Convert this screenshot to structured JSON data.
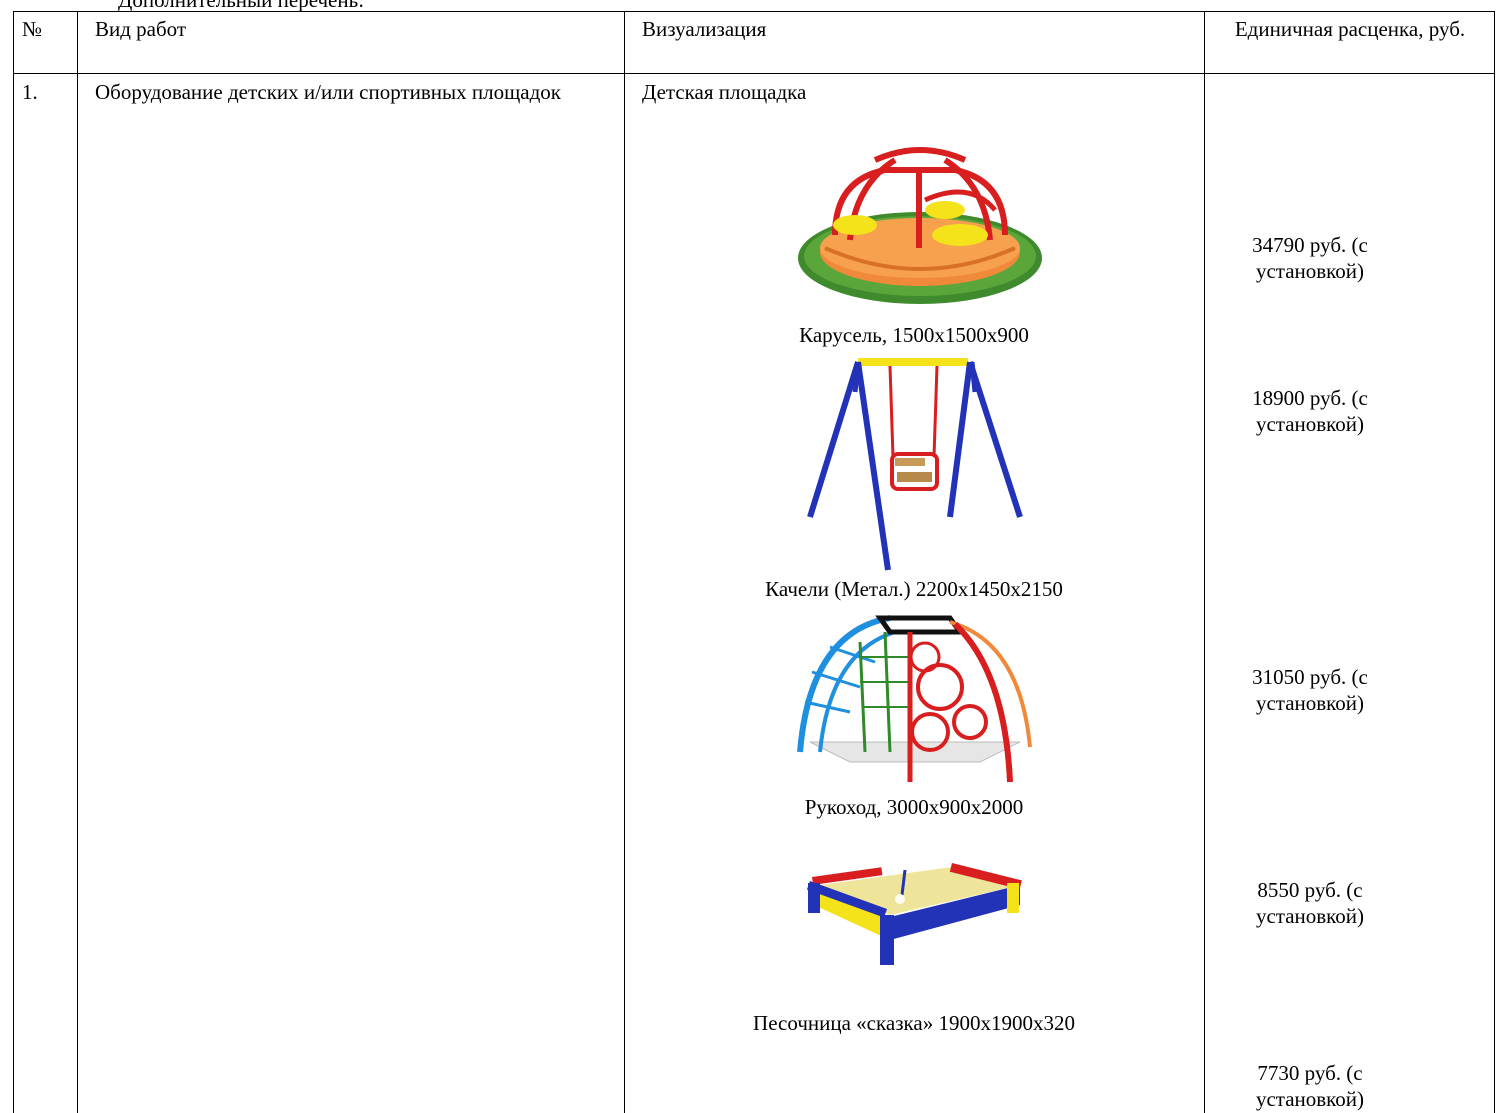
{
  "intro": "Дополнительный перечень:",
  "headers": {
    "num": "№",
    "work": "Вид работ",
    "visual": "Визуализация",
    "price": "Единичная расценка, руб."
  },
  "row": {
    "num": "1.",
    "work": "Оборудование детских и/или спортивных площадок",
    "section": "Детская площадка"
  },
  "items": [
    {
      "caption": "Карусель, 1500х1500х900",
      "icon": "carousel-icon",
      "price_line1": "34790 руб. (с",
      "price_line2": "установкой)"
    },
    {
      "caption": "Качели (Метал.) 2200х1450х2150",
      "icon": "swing-icon",
      "price_line1": "18900 руб. (с",
      "price_line2": "установкой)"
    },
    {
      "caption": "Рукоход, 3000х900х2000",
      "icon": "climbing-dome-icon",
      "price_line1": "31050 руб. (с",
      "price_line2": "установкой)"
    },
    {
      "caption": "Песочница «сказка» 1900х1900х320",
      "icon": "sandbox-icon",
      "price_line1": "8550 руб. (с",
      "price_line2": "установкой)"
    },
    {
      "caption": "",
      "icon": "",
      "price_line1": "7730 руб. (с",
      "price_line2": "установкой)"
    }
  ],
  "colors": {
    "red": "#d81e1e",
    "yellow": "#f4e21b",
    "blue": "#2233b8",
    "orange": "#f08a3a",
    "grass": "#3f8a2c"
  }
}
